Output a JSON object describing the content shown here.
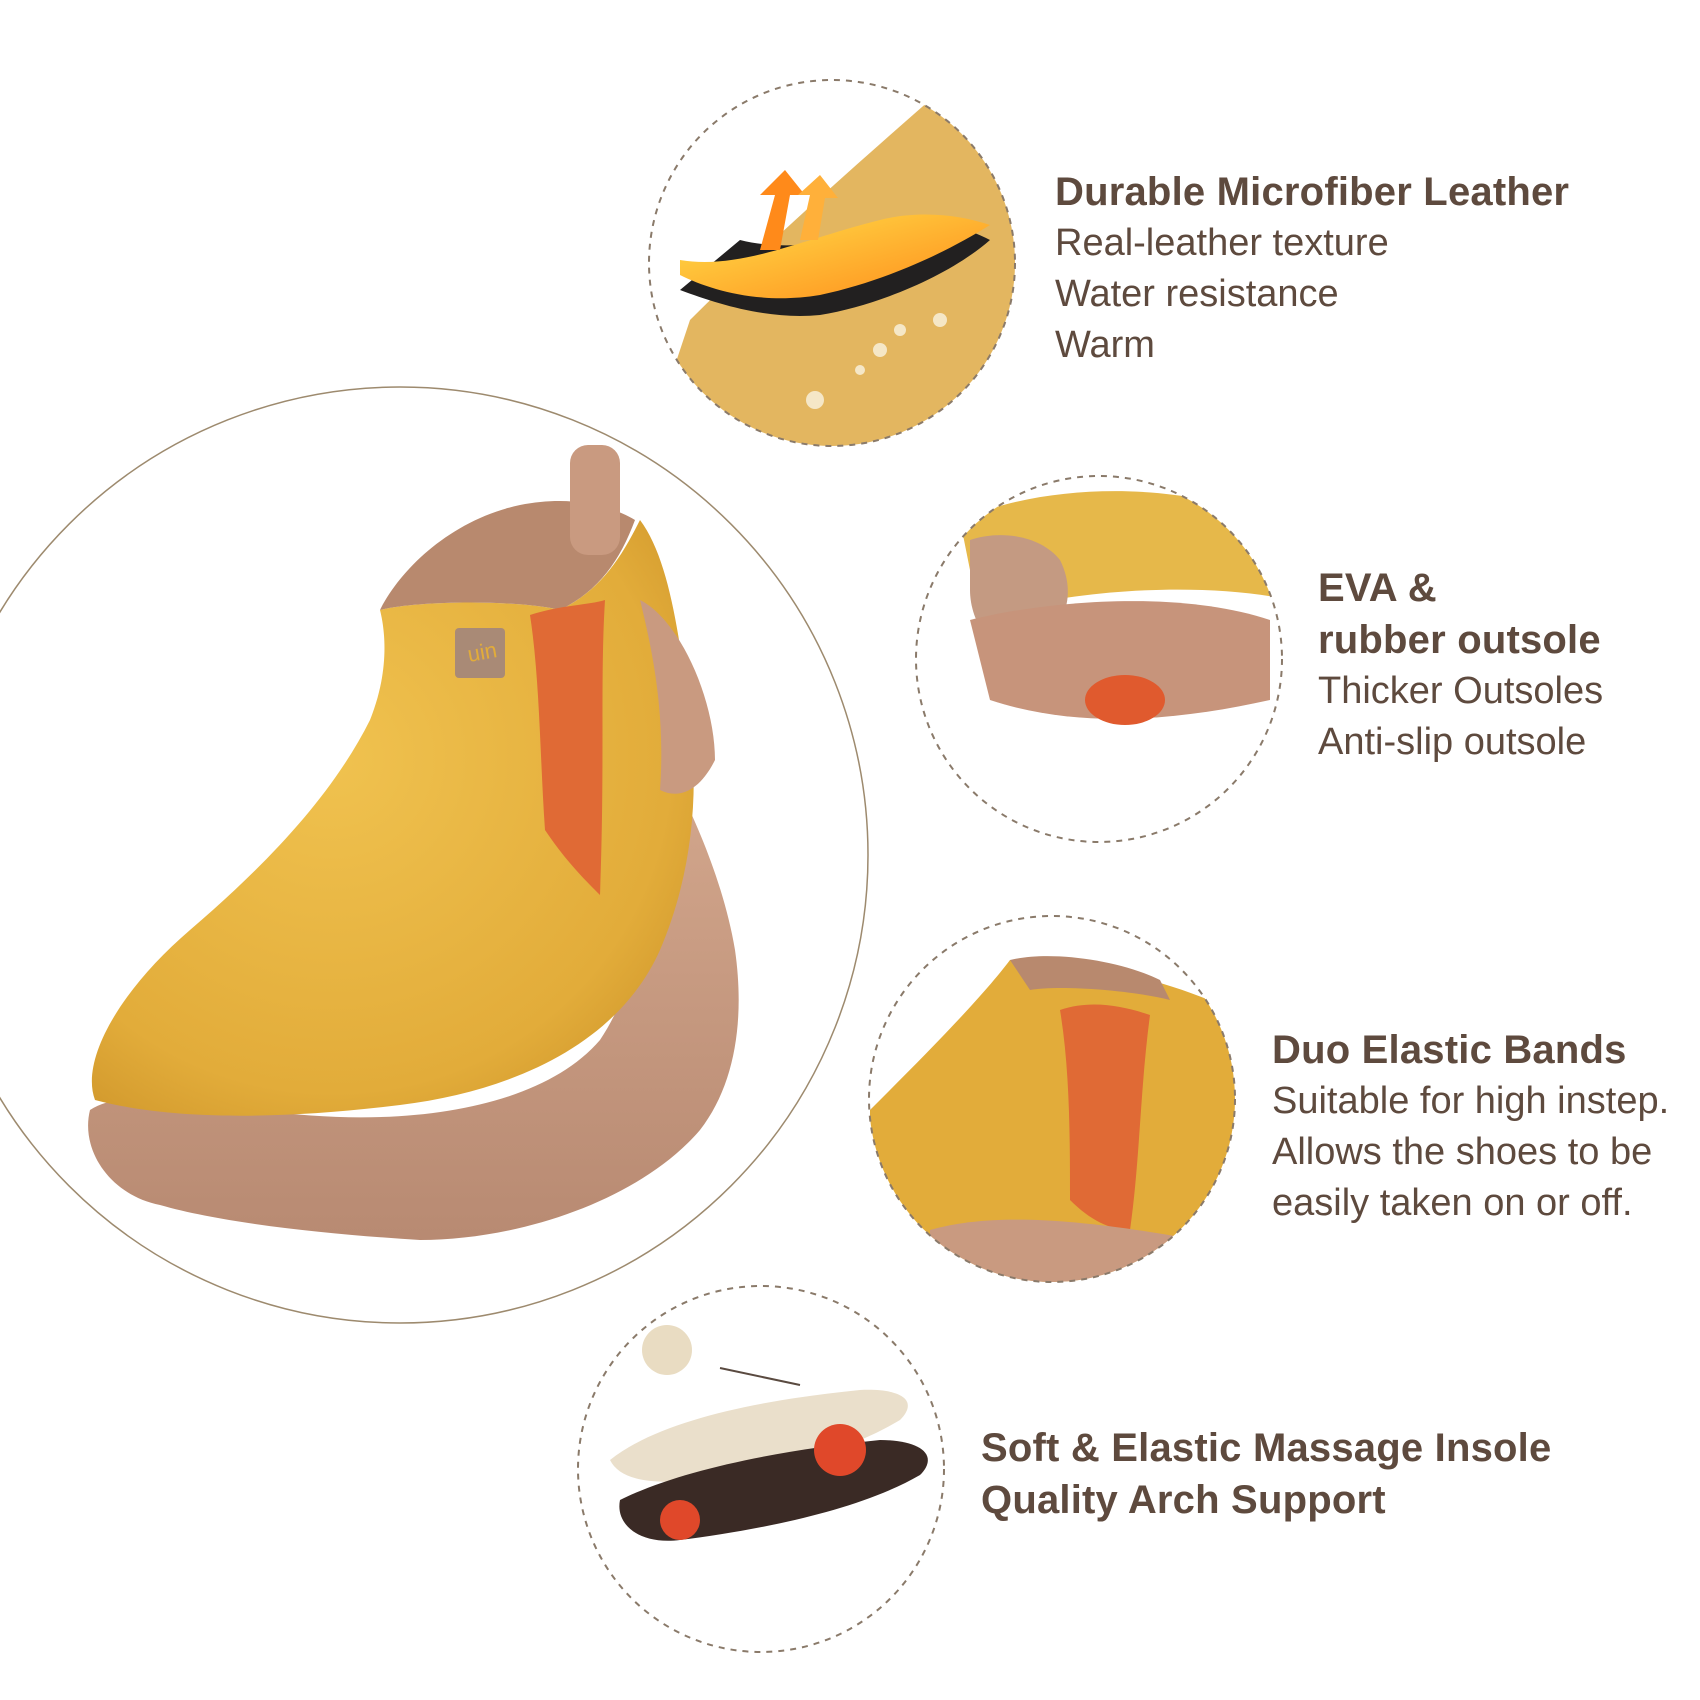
{
  "main_product": {
    "brand_mark": "uin"
  },
  "features": [
    {
      "title_lines": [
        "Durable Microfiber Leather"
      ],
      "lines": [
        "Real-leather texture",
        "Water resistance",
        "Warm"
      ]
    },
    {
      "title_lines": [
        "EVA &",
        "rubber outsole"
      ],
      "lines": [
        "Thicker Outsoles",
        "Anti-slip outsole"
      ]
    },
    {
      "title_lines": [
        "Duo Elastic Bands"
      ],
      "lines": [
        "Suitable for high instep.",
        "Allows the shoes to be",
        "easily taken on or off."
      ]
    },
    {
      "title_lines": [
        "Soft & Elastic Massage Insole",
        "Quality Arch Support"
      ],
      "lines": []
    }
  ],
  "colors": {
    "leather": "#e2ac3a",
    "sole": "#c99a80",
    "elastic": "#e06a35",
    "text": "#5e4a3e",
    "dashed_circle": "#8a7a6a"
  }
}
